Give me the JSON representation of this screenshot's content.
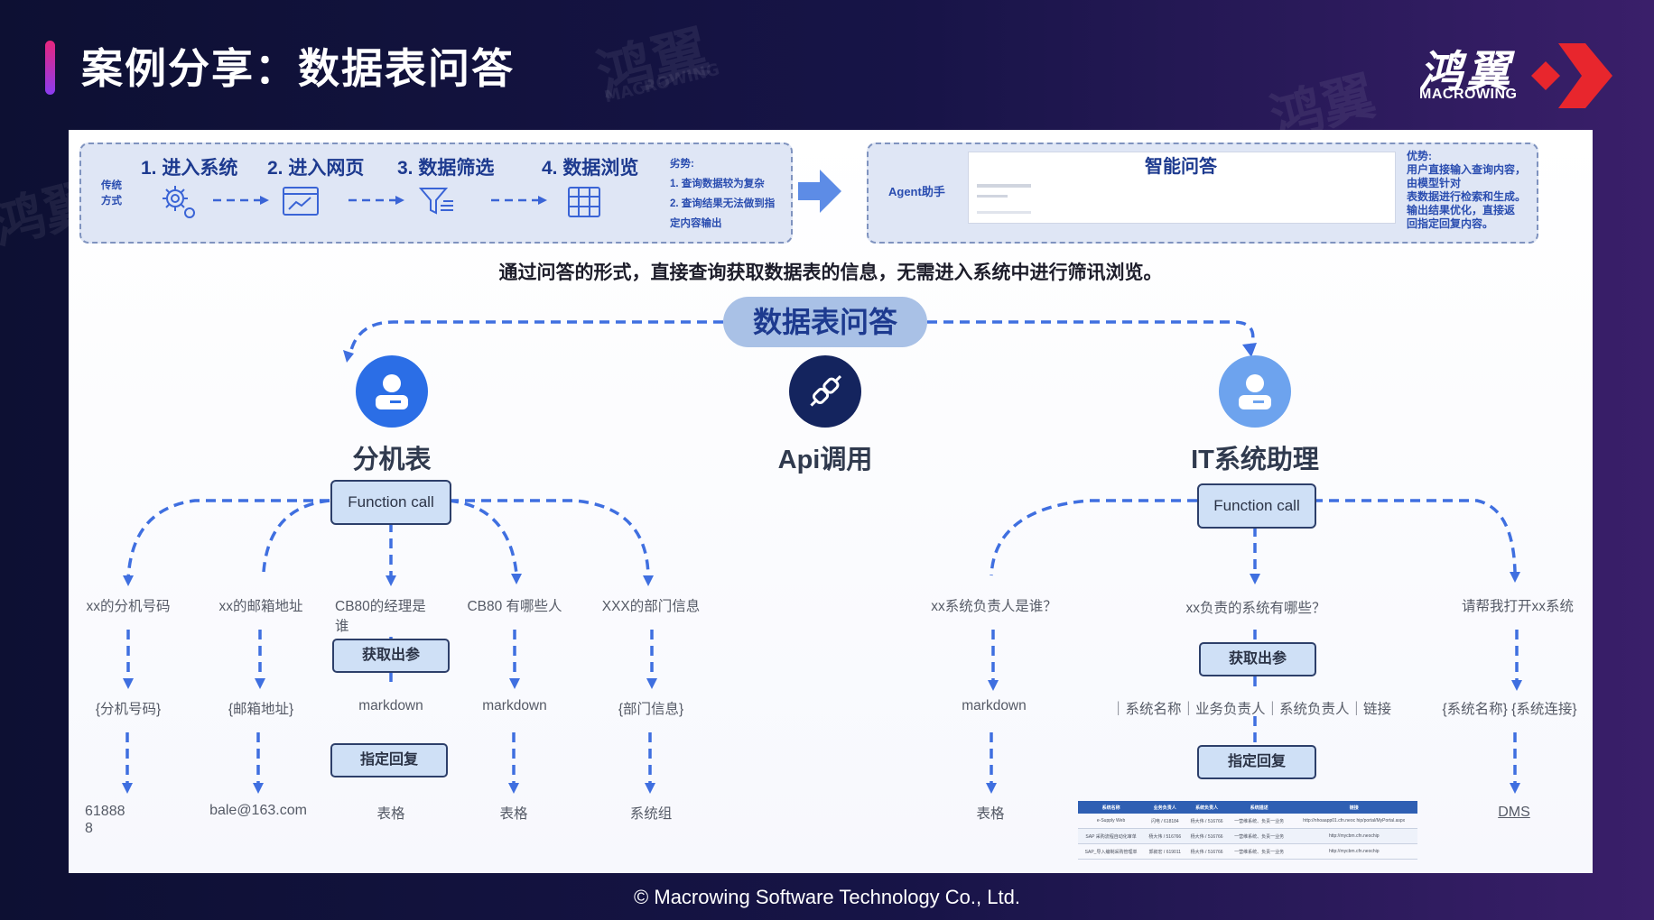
{
  "header": {
    "title": "案例分享：数据表问答",
    "logo_cn": "鸿翼",
    "logo_en": "MACROWING",
    "watermark_cn": "鸿翼",
    "watermark_en": "MACROWING"
  },
  "footer": {
    "copyright": "© Macrowing Software Technology Co., Ltd."
  },
  "traditional": {
    "label": "传统\n方式",
    "steps": [
      "1. 进入系统",
      "2. 进入网页",
      "3. 数据筛选",
      "4.  数据浏览"
    ],
    "disadvantage_title": "劣势:",
    "disadvantages": [
      "1. 查询数据较为复杂",
      "2. 查询结果无法做到指",
      "定内容输出"
    ]
  },
  "smart": {
    "agent_label": "Agent助手",
    "title": "智能问答",
    "advantage_title": "优势:",
    "advantages": [
      "用户直接输入查询内容，",
      "由模型针对",
      "表数据进行检索和生成。",
      "输出结果优化，直接返",
      "回指定回复内容。"
    ]
  },
  "summary": "通过问答的形式，直接查询获取数据表的信息，无需进入系统中进行筛讯浏览。",
  "center_pill": "数据表问答",
  "nodes": {
    "left": {
      "title": "分机表",
      "function_call": "Function call"
    },
    "middle": {
      "title": "Api调用"
    },
    "right": {
      "title": "IT系统助理",
      "function_call": "Function call"
    }
  },
  "left_branches": {
    "questions": [
      "xx的分机号码",
      "xx的邮箱地址",
      "CB80的经理是\n谁",
      "CB80 有哪些人",
      "XXX的部门信息"
    ],
    "params": [
      "{分机号码}",
      "{邮箱地址}",
      "markdown",
      "markdown",
      "{部门信息}"
    ],
    "results": [
      "61888\n8",
      "bale@163.com",
      "表格",
      "表格",
      "系统组"
    ],
    "get_param": "获取出参",
    "reply": "指定回复"
  },
  "right_branches": {
    "questions": [
      "xx系统负责人是谁？",
      "xx负责的系统有哪些？",
      "请帮我打开xx系统"
    ],
    "params": [
      "markdown",
      "｜系统名称｜业务负责人｜系统负责人｜链接",
      "{系统名称} {系统连接}"
    ],
    "results": [
      "表格",
      "DMS"
    ],
    "get_param": "获取出参",
    "reply": "指定回复"
  },
  "result_table": {
    "headers": [
      "系统名称",
      "业务负责人",
      "系统负责人",
      "系统描述",
      "链接"
    ],
    "rows": [
      [
        "e-Supply Web",
        "闪电 / 618184",
        "杨大伟 / 516766",
        "一营维系统、负责一业务",
        "http://nhoaapp01.cfn.neoc hip/portal/MyPortal.aspx"
      ],
      [
        "SAP 采购流程自动化审单",
        "杨大伟 / 516766",
        "杨大伟 / 516766",
        "一营维系统、负责一业务",
        "http://mycbm.cfn.neochip"
      ],
      [
        "SAP_导入编制采购管理单",
        "郭叙宏 / 619011",
        "杨大伟 / 516766",
        "一营维系统、负责一业务",
        "http://mycbm.cfn.neochip"
      ]
    ]
  },
  "colors": {
    "accent": "#3f6fe0",
    "brand_red": "#e8262d",
    "title_bar": "#e8267d"
  }
}
